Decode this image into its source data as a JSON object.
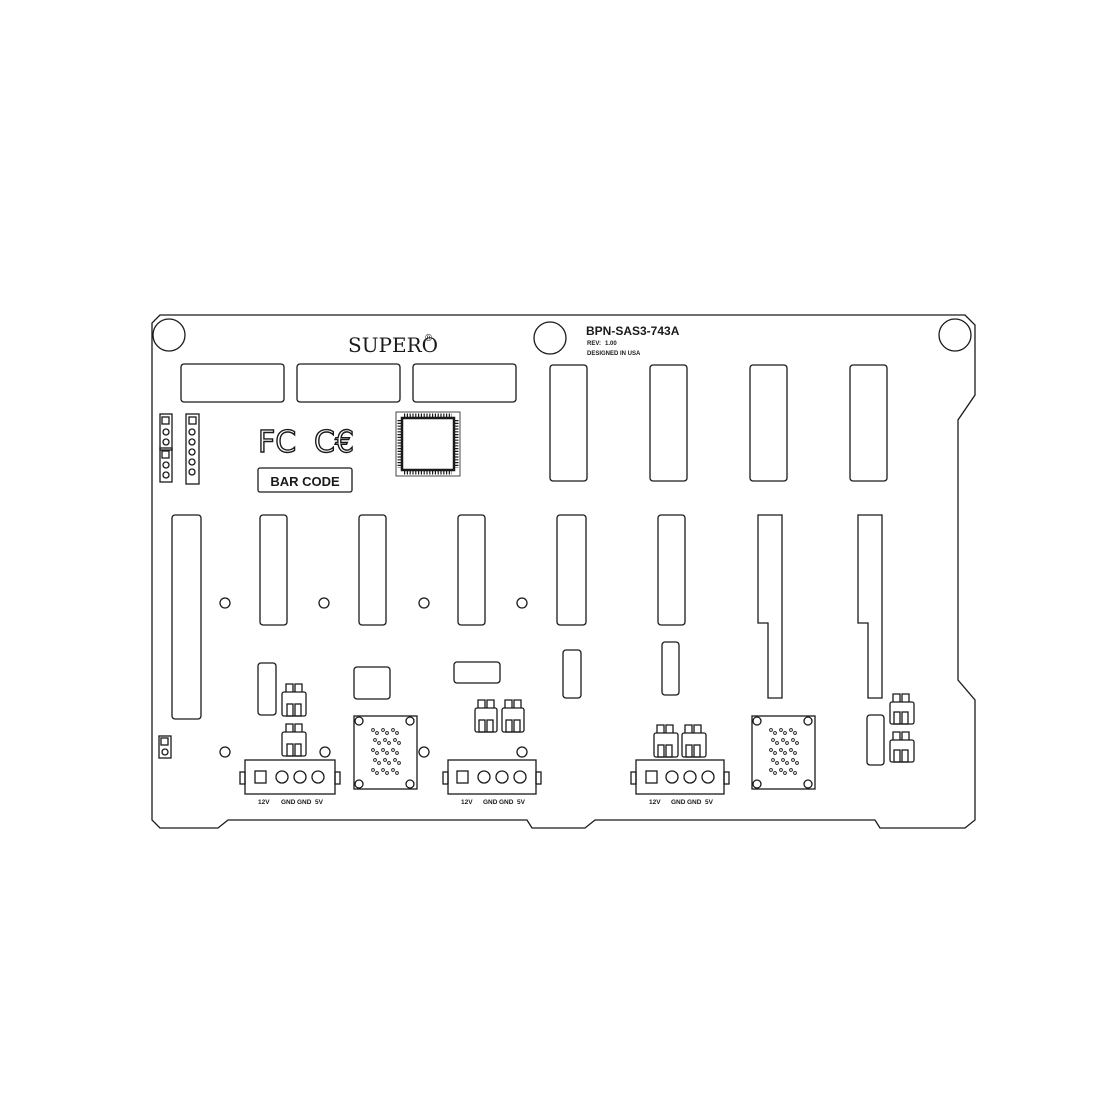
{
  "board": {
    "brand": "SUPERO",
    "registered_mark": "®",
    "model": "BPN-SAS3-743A",
    "rev_label": "REV:",
    "rev_value": "1.00",
    "origin": "DESIGNED IN USA",
    "barcode_label": "BAR CODE",
    "fcc_mark": "FC",
    "ce_mark": "C€"
  },
  "power_connectors": [
    {
      "pins": [
        "12V",
        "GND",
        "GND",
        "5V"
      ]
    },
    {
      "pins": [
        "12V",
        "GND",
        "GND",
        "5V"
      ]
    },
    {
      "pins": [
        "12V",
        "GND",
        "GND",
        "5V"
      ]
    }
  ],
  "colors": {
    "line": "#1a1a1a",
    "background": "#ffffff"
  }
}
